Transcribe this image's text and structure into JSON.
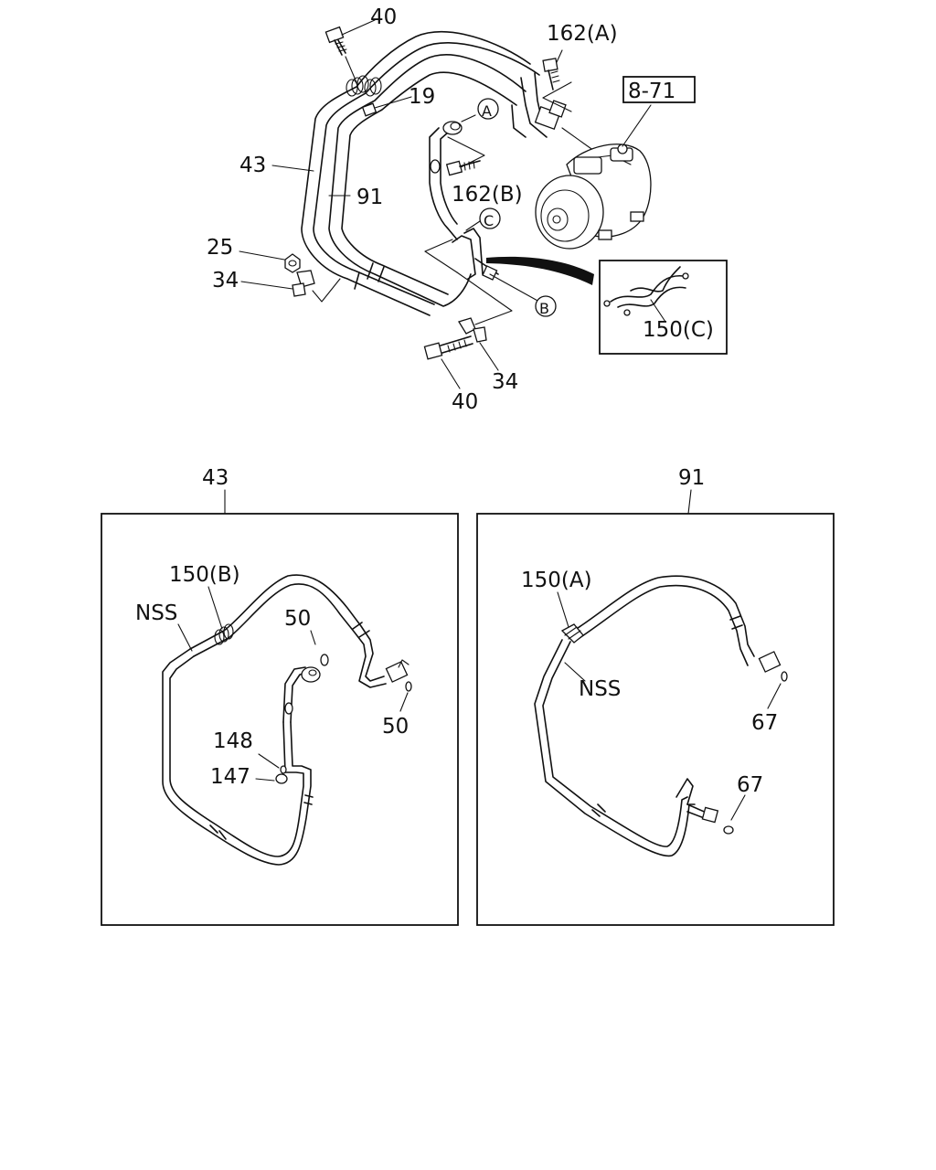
{
  "callouts": {
    "top_40": "40",
    "c162a": "162(A)",
    "ref_8_71": "8-71",
    "c19": "19",
    "c43": "43",
    "c91": "91",
    "c162b": "162(B)",
    "c25": "25",
    "c34_left": "34",
    "c150c": "150(C)",
    "c34_bottom": "34",
    "bottom_40": "40"
  },
  "markers": {
    "a": "A",
    "b": "B",
    "c": "C"
  },
  "panel_left": {
    "title": "43",
    "c150b": "150(B)",
    "nss": "NSS",
    "c50_top": "50",
    "c50_right": "50",
    "c148": "148",
    "c147": "147"
  },
  "panel_right": {
    "title": "91",
    "c150a": "150(A)",
    "nss": "NSS",
    "c67_top": "67",
    "c67_bottom": "67"
  }
}
